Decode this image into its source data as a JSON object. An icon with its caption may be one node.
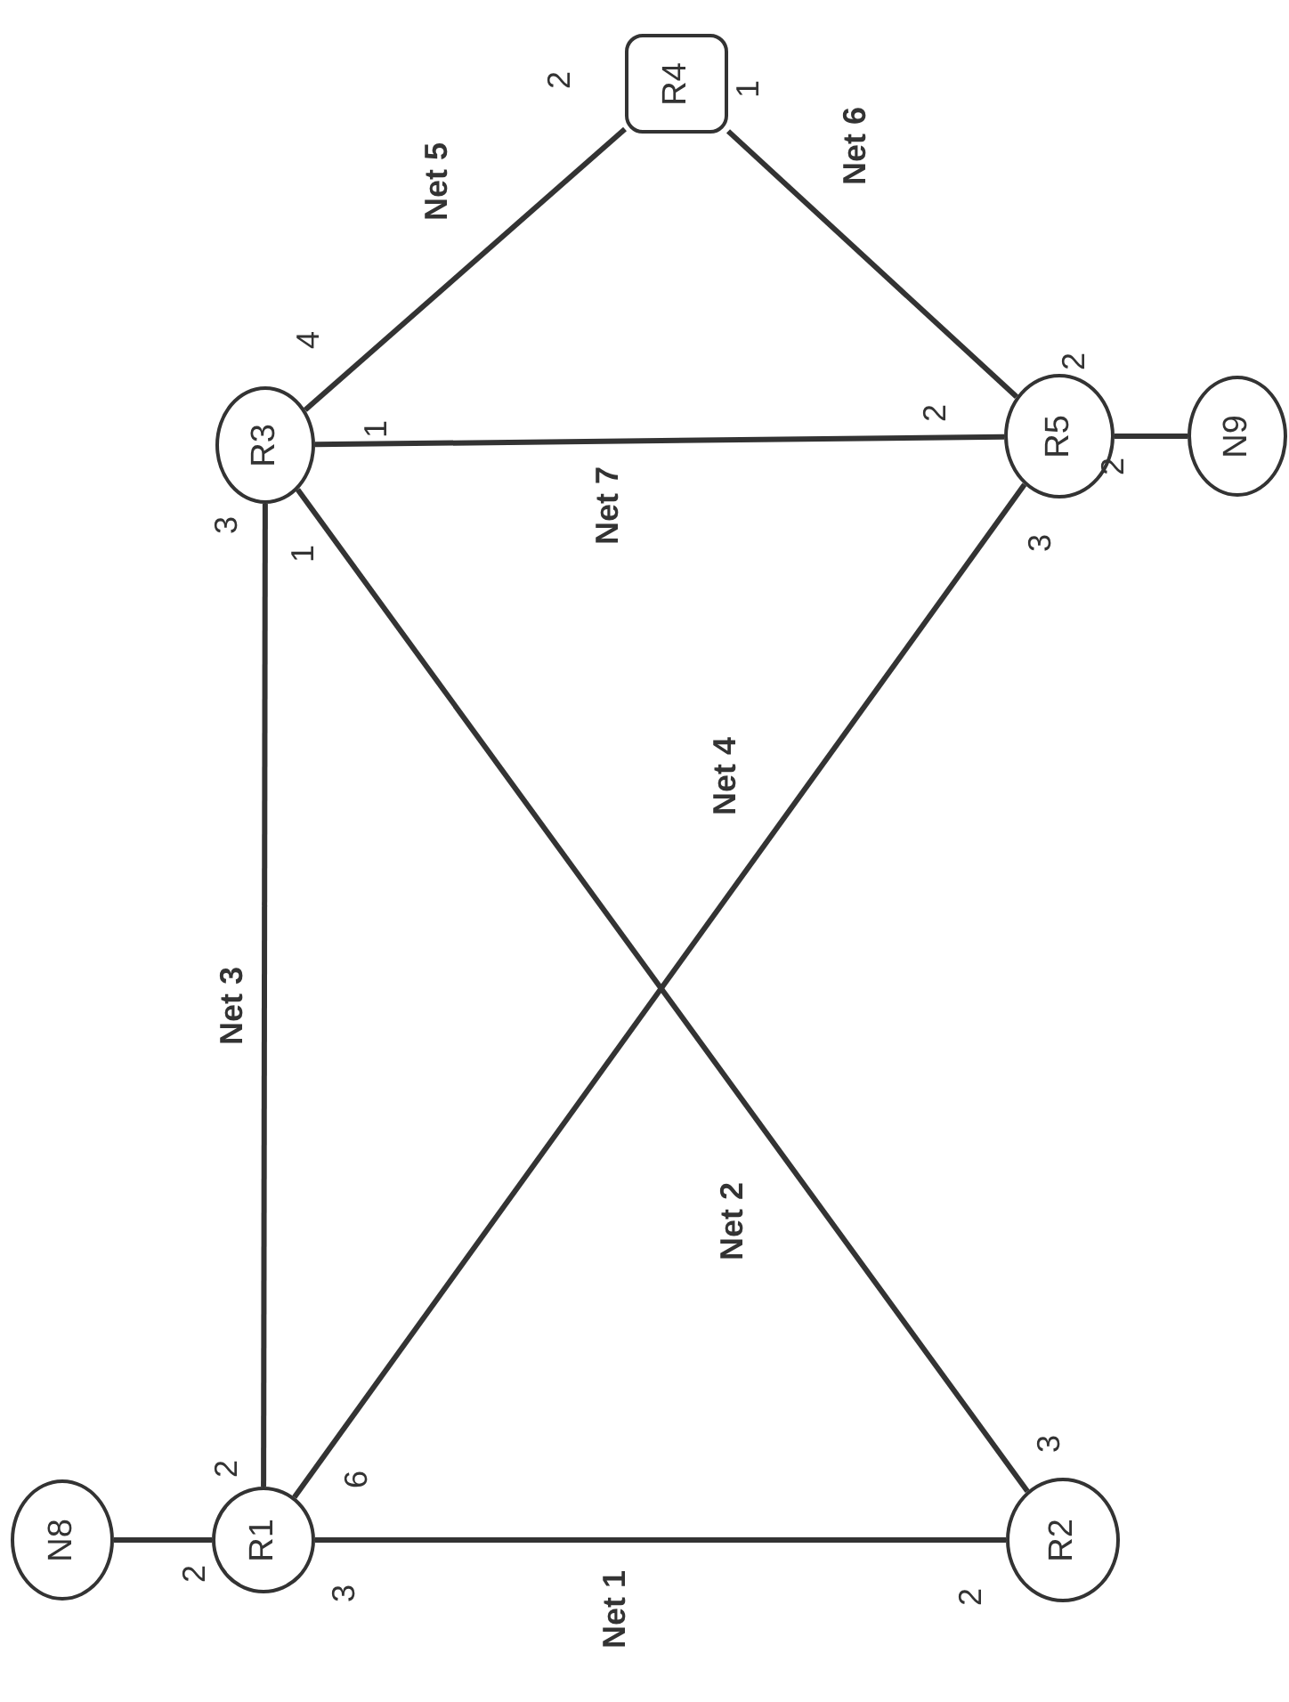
{
  "diagram": {
    "nodes": [
      {
        "text": [
          "R4"
        ]
      },
      {
        "text": [
          "R3"
        ]
      },
      {
        "text": [
          "R5"
        ]
      },
      {
        "text": [
          "N9"
        ]
      },
      {
        "text": [
          "N8"
        ]
      },
      {
        "text": [
          "R1"
        ]
      },
      {
        "text": [
          "R2"
        ]
      }
    ],
    "edges": [
      {
        "from": 1,
        "to": 0,
        "arrow": "none",
        "label": "Net 5"
      },
      {
        "from": 0,
        "to": 2,
        "arrow": "none",
        "label": "Net 6"
      },
      {
        "from": 1,
        "to": 2,
        "arrow": "none",
        "label": "Net 7"
      },
      {
        "from": 2,
        "to": 3,
        "arrow": "none"
      },
      {
        "from": 1,
        "to": 5,
        "arrow": "none",
        "label": "Net 3"
      },
      {
        "from": 2,
        "to": 5,
        "arrow": "none",
        "label": "Net 4"
      },
      {
        "from": 1,
        "to": 6,
        "arrow": "none",
        "label": "Net 2"
      },
      {
        "from": 4,
        "to": 5,
        "arrow": "none"
      },
      {
        "from": 5,
        "to": 6,
        "arrow": "none",
        "label": "Net 1"
      }
    ],
    "labels": [
      "2",
      "1",
      "4",
      "1",
      "2",
      "2",
      "2",
      "3",
      "1",
      "3",
      "2",
      "6",
      "2",
      "3",
      "3",
      "2"
    ]
  }
}
